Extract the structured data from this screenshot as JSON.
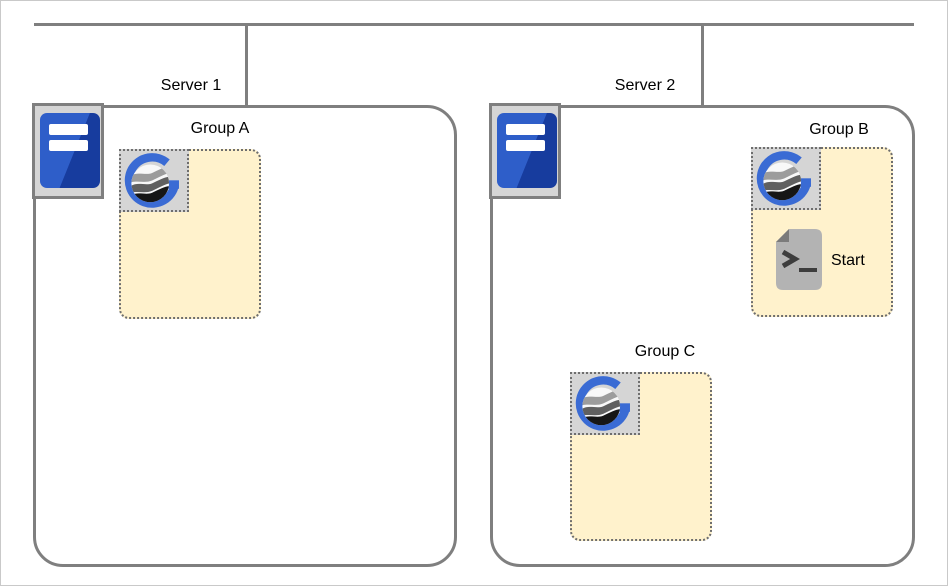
{
  "colors": {
    "line": "#7f7f7f",
    "canvas-border": "#c9c9c9",
    "group-fill": "#fff2cc",
    "group-dotted-border": "#6e6e6e",
    "icon-cell-bg": "#d5d5d5",
    "server-blue-light": "#2e5ec9",
    "server-blue-dark": "#173c9e",
    "g-logo-blue": "#3a6bd4",
    "script-doc-gray": "#b3b3b3",
    "script-fold-gray": "#7b7b7b",
    "script-glyph-gray": "#3d3d3d",
    "text": "#000000"
  },
  "servers": [
    {
      "label": "Server 1",
      "icon": "server-tower-icon",
      "groups": [
        {
          "label": "Group A",
          "icon": "g-globe-logo-icon",
          "items": []
        }
      ]
    },
    {
      "label": "Server 2",
      "icon": "server-tower-icon",
      "groups": [
        {
          "label": "Group B",
          "icon": "g-globe-logo-icon",
          "items": [
            {
              "label": "Start",
              "icon": "script-file-icon"
            }
          ]
        },
        {
          "label": "Group C",
          "icon": "g-globe-logo-icon",
          "items": []
        }
      ]
    }
  ]
}
